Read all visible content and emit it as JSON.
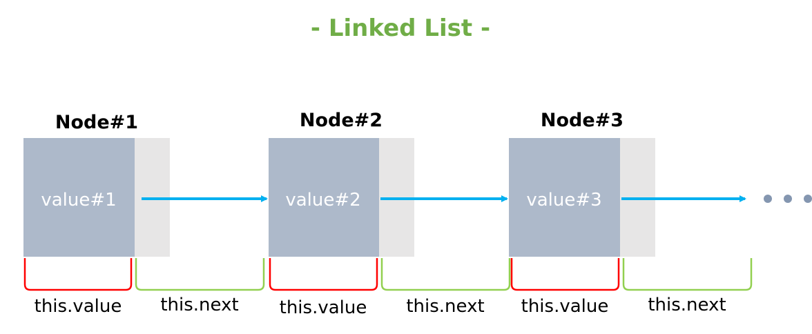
{
  "title": "- Linked List -",
  "nodes": [
    {
      "label": "Node#1",
      "value": "value#1",
      "value_label": "this.value",
      "next_label": "this.next"
    },
    {
      "label": "Node#2",
      "value": "value#2",
      "value_label": "this.value",
      "next_label": "this.next"
    },
    {
      "label": "Node#3",
      "value": "value#3",
      "value_label": "this.value",
      "next_label": "this.next"
    }
  ],
  "continuation": "ellipsis-dots",
  "colors": {
    "title": "#70ad47",
    "value_box": "#adb9ca",
    "value_text": "#ffffff",
    "next_box": "#e7e6e6",
    "arrow": "#00b0f0",
    "value_bracket": "#ff0000",
    "next_bracket": "#92d050",
    "dots": "#8496b0",
    "text": "#000000"
  }
}
